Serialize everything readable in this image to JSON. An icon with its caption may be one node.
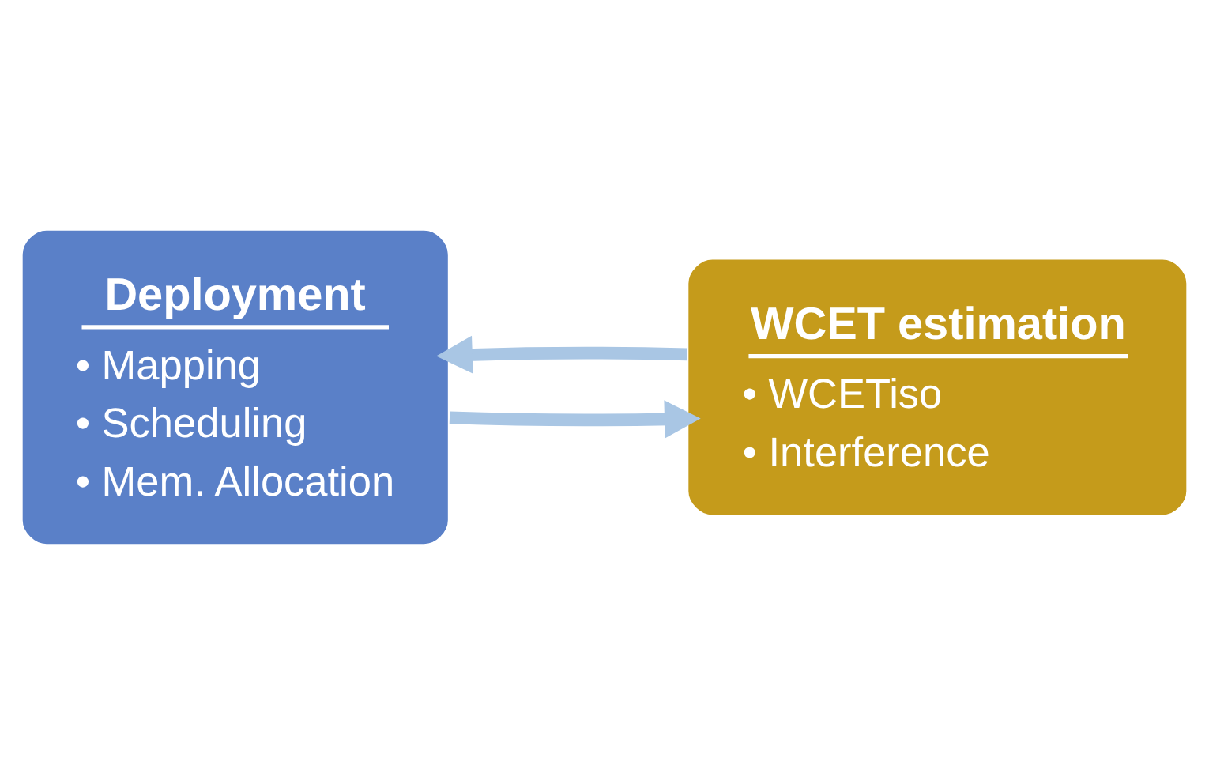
{
  "diagram": {
    "nodes": [
      {
        "text": [
          "Deployment",
          "• Mapping",
          "• Scheduling",
          "• Mem. Allocation"
        ]
      },
      {
        "text": [
          "WCET estimation",
          "• WCETiso",
          "• Interference"
        ]
      }
    ],
    "edges": [
      {
        "from": 0,
        "to": 1,
        "arrow": "to"
      },
      {
        "from": 1,
        "to": 0,
        "arrow": "to"
      }
    ]
  }
}
